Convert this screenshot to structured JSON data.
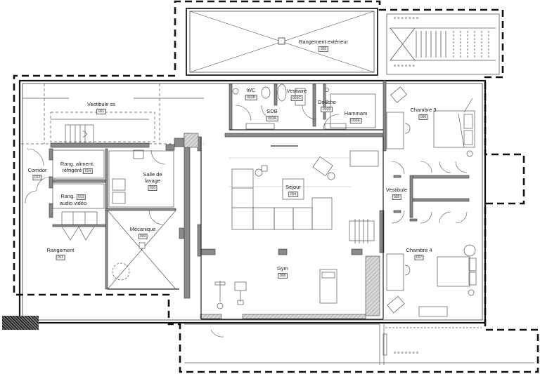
{
  "drawing": {
    "type": "architectural floor plan",
    "level": "basement",
    "colors": {
      "wall": "#222222",
      "wall_fill": "#8a8a8a",
      "hatch": "#b5b5b5",
      "line": "#555555",
      "dashed": "#111111",
      "background": "#ffffff"
    }
  },
  "rooms": [
    {
      "name": "Rangement extérieur",
      "code": "002"
    },
    {
      "name": "Vestibule ss",
      "code": "001"
    },
    {
      "name": "WC",
      "code": "003B"
    },
    {
      "name": "SDB",
      "code": "003A"
    },
    {
      "name": "Vestiaire",
      "code": "003C"
    },
    {
      "name": "Douche",
      "code": "003D"
    },
    {
      "name": "Hammam",
      "code": "003E"
    },
    {
      "name": "Chambre 3",
      "code": "006"
    },
    {
      "name": "Corridor",
      "code": "012"
    },
    {
      "name": "Rang. aliment.",
      "name2": "réfrigéré",
      "code": "014"
    },
    {
      "name": "Rang.",
      "name2": "audio vidéo",
      "code": "013"
    },
    {
      "name": "Salle de",
      "name2": "lavage",
      "code": "010"
    },
    {
      "name": "Séjour",
      "code": "004"
    },
    {
      "name": "Vestibule",
      "code": "005"
    },
    {
      "name": "Mécanique",
      "code": "009"
    },
    {
      "name": "Rangement",
      "code": "011"
    },
    {
      "name": "Gym",
      "code": "008"
    },
    {
      "name": "Chambre 4",
      "code": "007"
    }
  ],
  "legend": {
    "icon": "hatched-swatch"
  }
}
